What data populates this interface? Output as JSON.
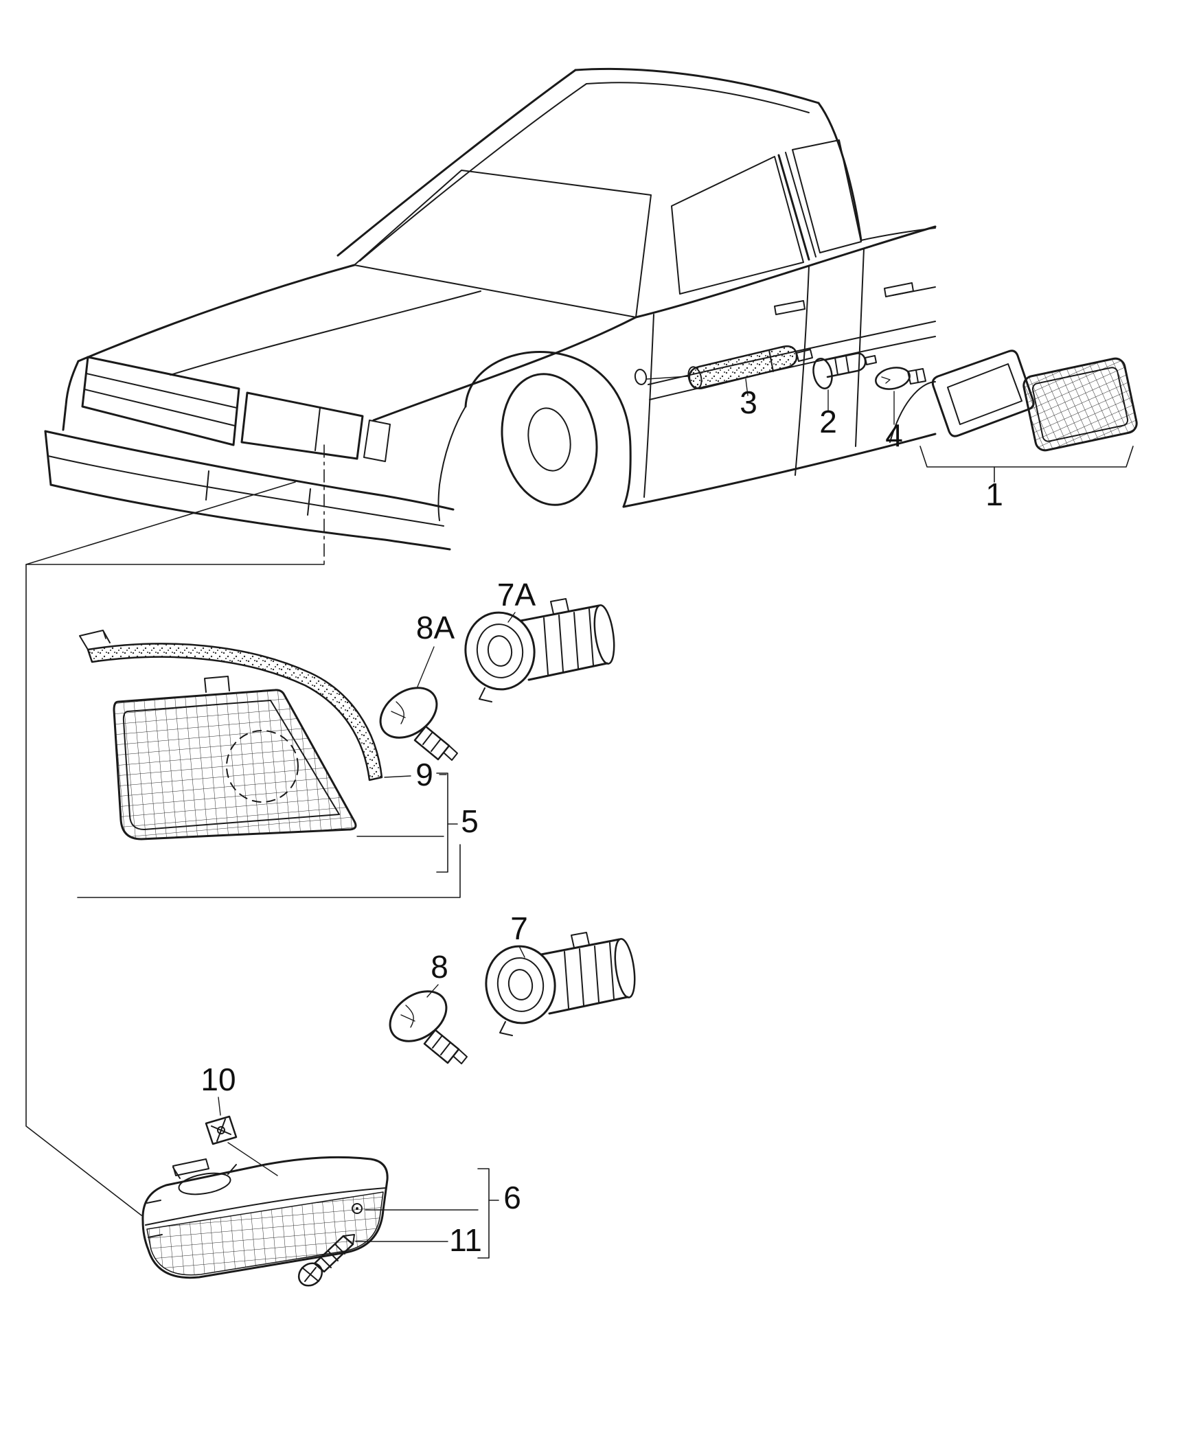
{
  "diagram": {
    "background": "#ffffff",
    "line_color": "#1a1a1a",
    "callouts": {
      "part1": "1",
      "part2": "2",
      "part3": "3",
      "part4": "4",
      "part5": "5",
      "part6": "6",
      "part7": "7",
      "part7a": "7A",
      "part8": "8",
      "part8a": "8A",
      "part9": "9",
      "part10": "10",
      "part11": "11"
    }
  }
}
